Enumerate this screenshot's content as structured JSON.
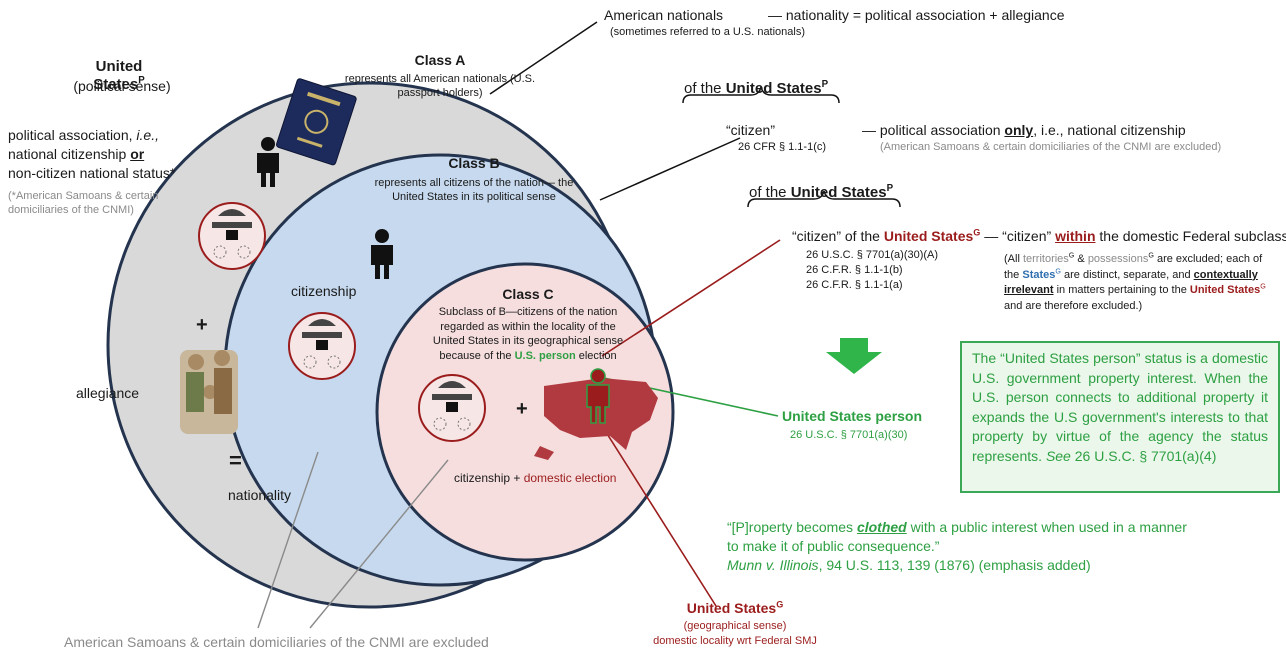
{
  "top": {
    "am_nationals": "American nationals",
    "am_nationals_sub": "(sometimes referred to a U.S. nationals)",
    "nationality_eq": "— nationality = political association  + allegiance"
  },
  "left": {
    "us_p": "United States",
    "us_p_sup": "P",
    "political_sense": "(political sense)",
    "pol_assoc_1": "political association, ",
    "pol_assoc_ie": "i.e.,",
    "pol_assoc_2": "national citizenship ",
    "pol_assoc_or": "or",
    "pol_assoc_3": "non-citizen national status*",
    "footnote": "(*American Samoans & certain domiciliaries of the CNMI)",
    "allegiance": "allegiance",
    "plus": "+",
    "equals": "=",
    "nationality": "nationality",
    "excluded_note": "American Samoans & certain domiciliaries of the CNMI are excluded"
  },
  "classA": {
    "title": "Class A",
    "desc": "represents all American nationals (U.S. passport holders)"
  },
  "classB": {
    "title": "Class B",
    "desc": "represents all citizens of the nation— the United States in its political sense",
    "citizenship": "citizenship"
  },
  "classC": {
    "title": "Class C",
    "desc": "Subclass of B—citizens of the nation regarded as within the locality of the United States in its geographical sense because of the ",
    "desc_green": "U.S. person",
    "desc_end": " election",
    "plus": "+",
    "bottom_black": "citizenship + ",
    "bottom_red": "domestic election"
  },
  "citizen1": {
    "of_us": "of the ",
    "us_bold": "United States",
    "sup": "P",
    "quote": "“citizen”",
    "cite": "26 CFR § 1.1-1(c)",
    "dash": "— political association ",
    "only": "only",
    "rest": ", i.e., national citizenship",
    "excluded": "(American Samoans & certain domiciliaries of the CNMI are excluded)"
  },
  "citizen2": {
    "of_us": "of the ",
    "us_bold": "United States",
    "sup": "P",
    "quote": "“citizen” of the ",
    "us_g": "United States",
    "us_g_sup": "G",
    "dash": " — “citizen” ",
    "within": "within",
    "rest": " the domestic Federal subclass",
    "cite1": "26 U.S.C. § 7701(a)(30)(A)",
    "cite2": "26 C.F.R. § 1.1-1(b)",
    "cite3": "26 C.F.R. § 1.1-1(a)",
    "note_a": "(All ",
    "note_territories": "territories",
    "note_g": "G",
    "note_b": " & ",
    "note_possessions": "possessions",
    "note_c": " are excluded; each of the ",
    "note_states": "States",
    "note_d": " are distinct, separate, and ",
    "note_ctx": "contextually irrelevant",
    "note_e": " in matters pertaining to the ",
    "note_us": "United States",
    "note_f": " and are therefore excluded.)"
  },
  "usperson": {
    "label": "United States person",
    "cite": "26 U.S.C. § 7701(a)(30)"
  },
  "greenbox": {
    "text": "The “United States person” status is a domestic U.S. government property interest. When the U.S. person connects to additional property it expands the U.S government's interests to that property by virtue of the agency the status represents.",
    "see": "See",
    "cite": " 26 U.S.C. § 7701(a)(4)"
  },
  "quote": {
    "a": "“[P]roperty becomes ",
    "clothed": "clothed",
    "b": " with a public interest when used in a manner to make it of public consequence.”",
    "case": "Munn v. Illinois",
    "cite": ", 94 U.S. 113, 139 (1876) (emphasis added)"
  },
  "usg": {
    "label": "United States",
    "sup": "G",
    "sub1": "(geographical sense)",
    "sub2": "domestic locality wrt Federal SMJ"
  },
  "colors": {
    "outer": "#d9d9d9",
    "classB": "#c6d9ee",
    "classC": "#f6dede",
    "ring": "#24344f",
    "red": "#9b1c1c",
    "green": "#2ea043"
  },
  "icons": [
    "passport-icon",
    "person-icon",
    "capitol-seal-icon",
    "family-icon",
    "us-map-icon",
    "down-arrow-icon"
  ]
}
